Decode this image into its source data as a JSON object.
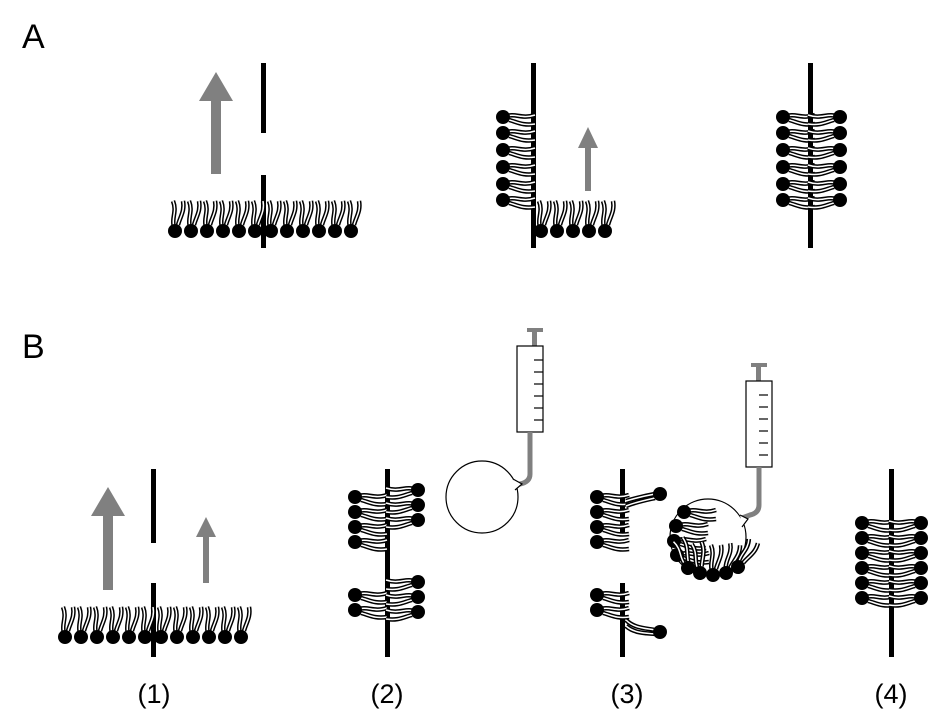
{
  "panels": {
    "a_label": "A",
    "b_label": "B"
  },
  "steps": [
    "(1)",
    "(2)",
    "(3)",
    "(4)"
  ],
  "colors": {
    "ink": "#000000",
    "arrow": "#808080",
    "background": "#ffffff"
  },
  "icons": [
    "lipid-molecule-icon",
    "arrow-up-icon",
    "syringe-icon",
    "droplet-icon",
    "aperture-partition-icon"
  ]
}
